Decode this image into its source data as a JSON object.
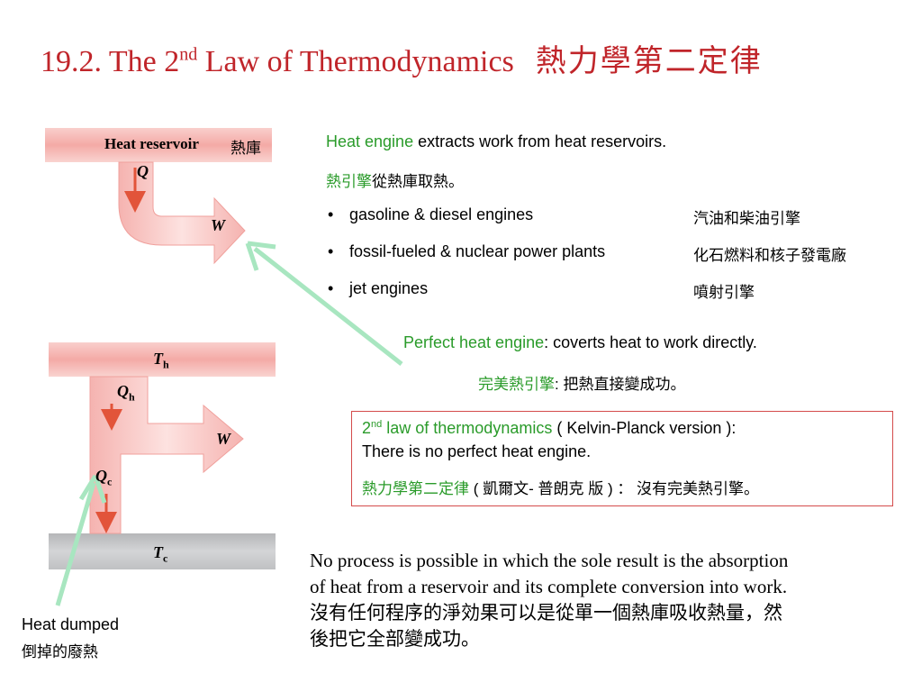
{
  "title": {
    "text": "19.2. The 2",
    "superscript": "nd",
    "text_rest": " Law of Thermodynamics",
    "chinese": "熱力學第二定律"
  },
  "diagram_top": {
    "reservoir_label": "Heat reservoir",
    "reservoir_label_zh": "熱庫",
    "q_label": "Q",
    "w_label": "W"
  },
  "diagram_bottom": {
    "th_label": "T",
    "th_sub": "h",
    "qh_label": "Q",
    "qh_sub": "h",
    "w_label": "W",
    "qc_label": "Q",
    "qc_sub": "c",
    "tc_label": "T",
    "tc_sub": "c"
  },
  "heat_engine": {
    "term": "Heat engine",
    "rest": " extracts work from heat reservoirs.",
    "term_zh": "熱引擎",
    "rest_zh": "從熱庫取熱。",
    "items": [
      {
        "bullet": "•",
        "en": "gasoline & diesel engines",
        "zh": "汽油和柴油引擎"
      },
      {
        "bullet": "•",
        "en": "fossil-fueled & nuclear power plants",
        "zh": "化石燃料和核子發電廠"
      },
      {
        "bullet": "•",
        "en": "jet engines",
        "zh": "噴射引擎"
      }
    ]
  },
  "perfect": {
    "term": "Perfect heat engine",
    "rest": ":  coverts heat to work directly.",
    "term_zh": "完美熱引擎",
    "rest_zh": ":  把熱直接變成功。"
  },
  "law_box": {
    "prefix": "2",
    "sup": "nd",
    "term": " law of thermodynamics",
    "version": " ( Kelvin-Planck version ):",
    "line2": "There is no perfect heat engine.",
    "term_zh": "熱力學第二定律",
    "version_zh": " ( 凱爾文- 普朗克 版 ) ：  沒有完美熱引擎。"
  },
  "statement": {
    "line1": "No process is possible in which the sole result is the absorption",
    "line2": "of heat from a reservoir and its complete conversion into work.",
    "line3": "沒有任何程序的淨効果可以是從單一個熱庫吸收熱量，然",
    "line4": "後把它全部變成功。"
  },
  "heat_dumped": {
    "en": "Heat dumped",
    "zh": "倒掉的廢熱"
  },
  "colors": {
    "title": "#c0252a",
    "green_term": "#2a9b2a",
    "box_border": "#d44b4b",
    "pointer_arrow": "#a8e6c0",
    "reservoir_pink": "#f6b8b5",
    "cold_gray": "#c4c5c7",
    "flow_arrow": "#e2543a"
  }
}
